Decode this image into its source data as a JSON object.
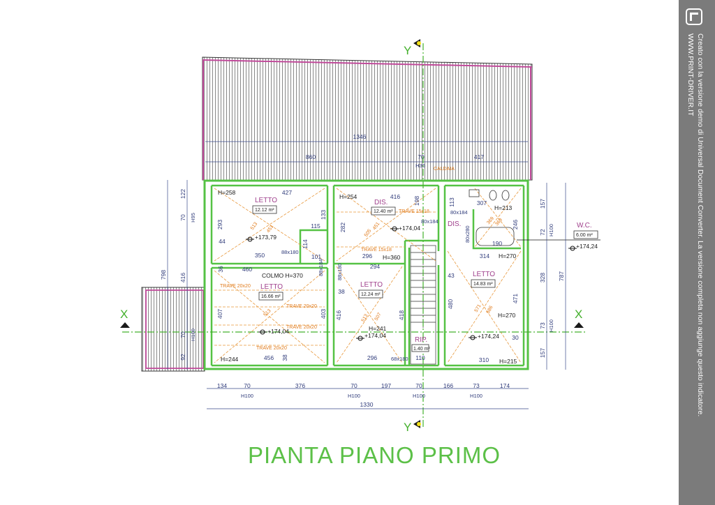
{
  "title": "PIANTA PIANO PRIMO",
  "watermark": {
    "line1": "Creato con la versione demo di Universal Document Converter. La versione completa non aggiunge questo indicatore.",
    "line2": "WWW.PRINT-DRIVER.IT"
  },
  "axes": {
    "x": "X",
    "y": "Y"
  },
  "rooms": [
    {
      "name": "LETTO",
      "area": "12.12 m²"
    },
    {
      "name": "DIS.",
      "area": "12.40 m²"
    },
    {
      "name": "LETTO",
      "area": "16.66 m²"
    },
    {
      "name": "LETTO",
      "area": "12.24 m²"
    },
    {
      "name": "LETTO",
      "area": "14.83 m²"
    },
    {
      "name": "DIS."
    },
    {
      "name": "W.C.",
      "area": "6.00 m²"
    },
    {
      "name": "RIP.",
      "area": "1.40 m²"
    }
  ],
  "levels": [
    "+173,79",
    "+174,04",
    "+174,04",
    "+174,04",
    "+174,24",
    "+174,24"
  ],
  "heights": [
    "H=258",
    "H=254",
    "H=213",
    "H=270",
    "H=360",
    "COLMO H=370",
    "H=241",
    "H=270",
    "H=244",
    "H=215"
  ],
  "labels": {
    "caldaia": "CALDAIA",
    "trave_a": "TRAVE 20x20",
    "trave_b": "TRAVE 20x20",
    "trave_c": "TRAVE 20x20",
    "trave_d": "TRAVE 20x20",
    "trave_e": "TRAVE 15x18",
    "trave_f": "TRAVE 15x18"
  },
  "dims": {
    "top_total": "1346",
    "top_a": "860",
    "top_b": "70",
    "top_b_h": "H36",
    "top_c": "417",
    "bottom": [
      "134",
      "70",
      "376",
      "70",
      "197",
      "70",
      "166",
      "73",
      "174"
    ],
    "bottom_h": [
      "H100",
      "H100",
      "H100",
      "H100"
    ],
    "bottom_total": "1330",
    "left_total": "798",
    "left_a": "122",
    "left_b": "70",
    "left_b_h": "H95",
    "left_c": "416",
    "left_d": "70",
    "left_d_h": "H100",
    "left_e": "92",
    "right_a": "157",
    "right_b": "72",
    "right_b_h": "H100",
    "right_c": "328",
    "right_d": "73",
    "right_d_h": "H100",
    "right_e": "157",
    "right_total": "787",
    "inner": [
      "427",
      "293",
      "133",
      "115",
      "114",
      "101",
      "350",
      "460",
      "416",
      "198",
      "282",
      "296",
      "294",
      "307",
      "113",
      "246",
      "190",
      "314",
      "407",
      "403",
      "416",
      "418",
      "480",
      "471",
      "456",
      "296",
      "110",
      "310",
      "38",
      "44",
      "43",
      "38",
      "30",
      "36",
      "80x184",
      "80x184",
      "88x180",
      "88x184",
      "68x180",
      "88x180",
      "80x280"
    ],
    "diag": [
      "513",
      "451",
      "505",
      "451",
      "513",
      "507",
      "571",
      "586",
      "369",
      "369",
      "513"
    ]
  }
}
